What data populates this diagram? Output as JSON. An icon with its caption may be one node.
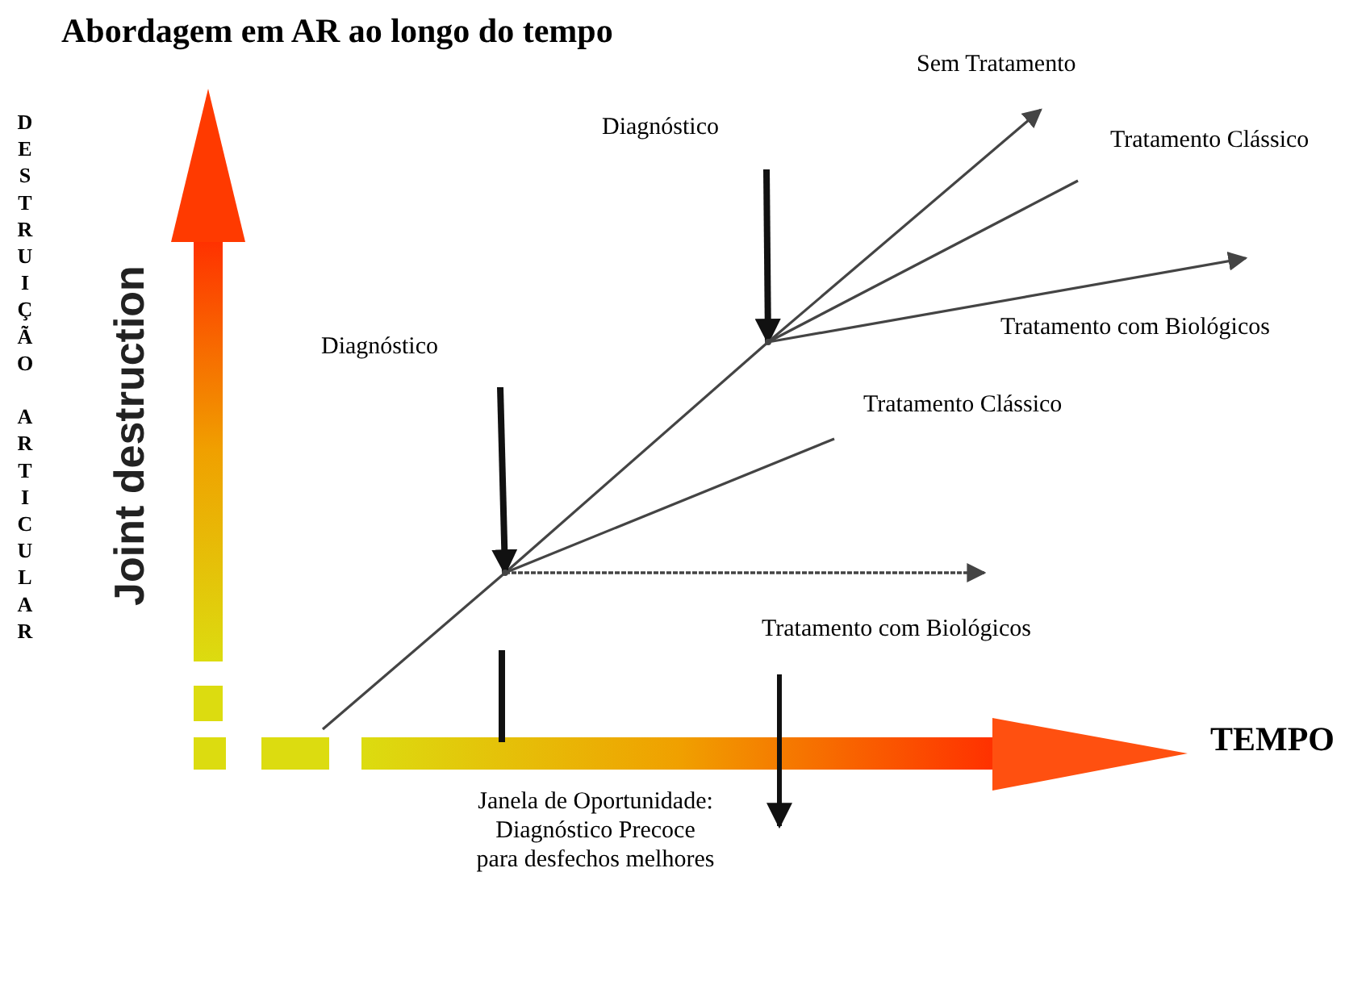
{
  "diagram": {
    "title": "Abordagem em AR ao longo do tempo",
    "nodes": [
      {
        "text": [
          "Diagnóstico"
        ]
      },
      {
        "text": [
          "Diagnóstico"
        ]
      },
      {
        "text": [
          "Sem Tratamento"
        ]
      },
      {
        "text": [
          "Tratamento Clássico"
        ]
      },
      {
        "text": [
          "Tratamento com Biológicos"
        ]
      },
      {
        "text": [
          "Tratamento Clássico"
        ]
      },
      {
        "text": [
          "Tratamento com Biológicos"
        ]
      },
      {
        "text": [],
        "shape": "point"
      },
      {
        "text": [],
        "shape": "point"
      }
    ],
    "edges": [
      {
        "from": null,
        "to": 7,
        "arrow": "none"
      },
      {
        "from": 7,
        "to": 8,
        "arrow": "none"
      },
      {
        "from": 0,
        "to": 7,
        "arrow": "to",
        "style": "thick"
      },
      {
        "from": 1,
        "to": 8,
        "arrow": "to",
        "style": "thick"
      },
      {
        "from": 8,
        "to": 2,
        "arrow": "to"
      },
      {
        "from": 8,
        "to": 3,
        "arrow": "none"
      },
      {
        "from": 8,
        "to": 4,
        "arrow": "to"
      },
      {
        "from": 7,
        "to": 5,
        "arrow": "none"
      },
      {
        "from": 7,
        "to": 6,
        "arrow": "to",
        "style": "dashed"
      }
    ],
    "labels": [
      "DESTRUIÇÃO ARTICULAR",
      "Joint destruction",
      "TEMPO",
      "Janela de Oportunidade: Diagnóstico Precoce para desfechos melhores"
    ]
  }
}
